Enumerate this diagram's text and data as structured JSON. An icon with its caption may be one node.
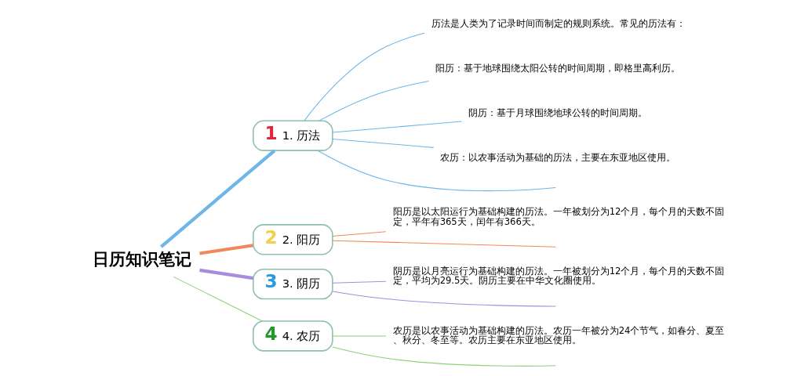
{
  "diagram": {
    "nodes": [
      {
        "text": [
          "日历知识笔记"
        ]
      },
      {
        "text": [
          "1",
          "1. 历法"
        ]
      },
      {
        "text": [
          "历法是人类为了记录时间而制定的规则系统。常见的历法有："
        ]
      },
      {
        "text": [
          "阳历：基于地球围绕太阳公转的时间周期，即格里高利历。"
        ]
      },
      {
        "text": [
          "阴历：基于月球围绕地球公转的时间周期。"
        ]
      },
      {
        "text": [
          "农历：以农事活动为基础的历法，主要在东亚地区使用。"
        ]
      },
      {
        "text": [
          "2",
          "2. 阳历"
        ]
      },
      {
        "text": [
          "阳历是以太阳运行为基础构建的历法。一年被划分为12个月，每个月的天数不固定，平年有365天，闰年有366天。"
        ]
      },
      {
        "text": [
          "3",
          "3. 阴历"
        ]
      },
      {
        "text": [
          "阴历是以月亮运行为基础构建的历法。一年被划分为12个月，每个月的天数不固定，平均为29.5天。阴历主要在中华文化圈使用。"
        ]
      },
      {
        "text": [
          "4",
          "4. 农历"
        ]
      },
      {
        "text": [
          "农历是以农事活动为基础构建的历法。农历一年被分为24个节气，如春分、夏至、秋分、冬至等。农历主要在东亚地区使用。"
        ]
      }
    ],
    "edges": [
      {
        "from": 0,
        "to": 1,
        "arrow": "none",
        "style": "thick",
        "color": "#6cb6e8"
      },
      {
        "from": 1,
        "to": null,
        "arrow": "none",
        "color": "#6cb6e8"
      },
      {
        "from": 1,
        "to": 2,
        "arrow": "none",
        "color": "#6cb6e8"
      },
      {
        "from": 1,
        "to": 3,
        "arrow": "none",
        "color": "#6cb6e8"
      },
      {
        "from": 1,
        "to": 4,
        "arrow": "none",
        "color": "#6cb6e8"
      },
      {
        "from": 1,
        "to": 5,
        "arrow": "none",
        "color": "#6cb6e8"
      },
      {
        "from": 0,
        "to": 6,
        "arrow": "none",
        "style": "thick",
        "color": "#f0895a"
      },
      {
        "from": 6,
        "to": null,
        "arrow": "none",
        "color": "#f0895a"
      },
      {
        "from": 6,
        "to": 7,
        "arrow": "none",
        "color": "#f0895a"
      },
      {
        "from": 0,
        "to": 8,
        "arrow": "none",
        "style": "thick",
        "color": "#a98ce0"
      },
      {
        "from": 8,
        "to": null,
        "arrow": "none",
        "color": "#a98ce0"
      },
      {
        "from": 8,
        "to": 9,
        "arrow": "none",
        "color": "#a98ce0"
      },
      {
        "from": 0,
        "to": 10,
        "arrow": "none",
        "color": "#8dd07a"
      },
      {
        "from": 10,
        "to": null,
        "arrow": "none",
        "color": "#8dd07a"
      },
      {
        "from": 10,
        "to": 11,
        "arrow": "none",
        "color": "#8dd07a"
      }
    ]
  }
}
